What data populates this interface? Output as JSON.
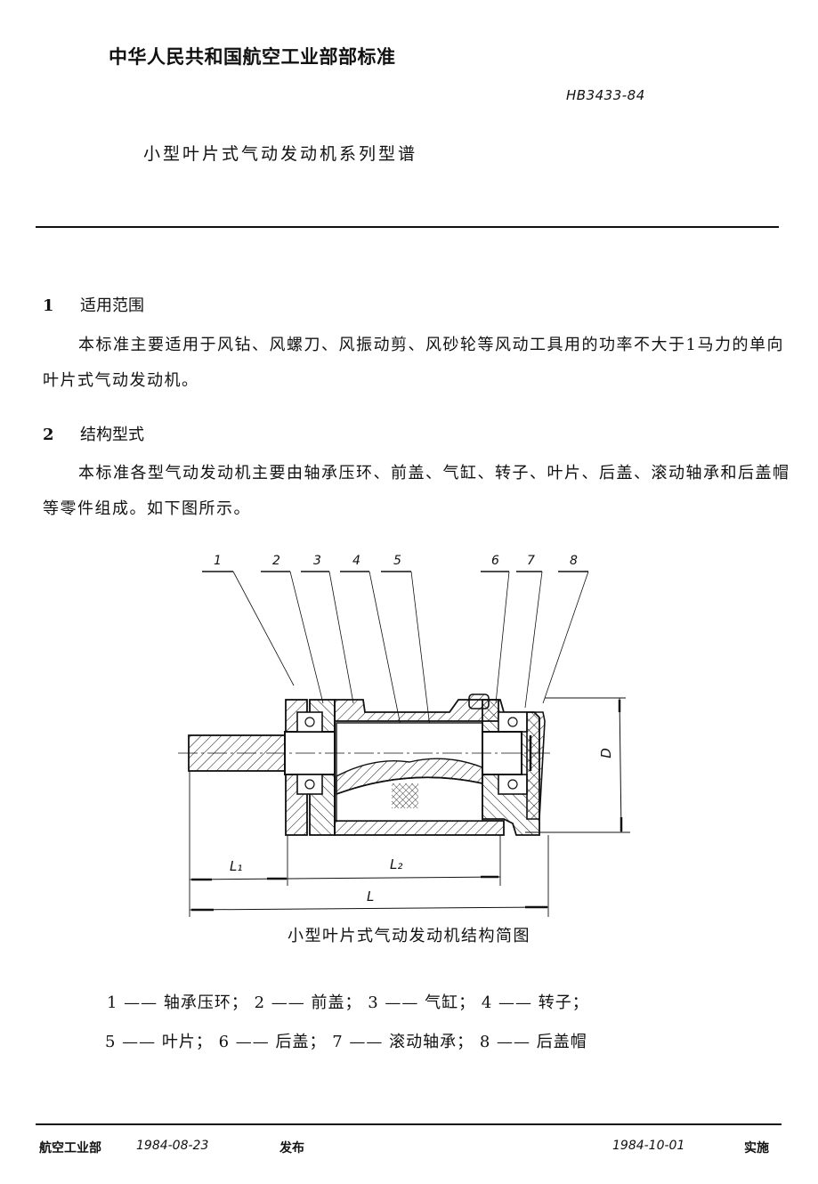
{
  "header": {
    "organization": "中华人民共和国航空工业部部标准",
    "standard_code": "HB3433-84",
    "title": "小型叶片式气动发动机系列型谱"
  },
  "sections": [
    {
      "number": "1",
      "heading": "适用范围",
      "body": "本标准主要适用于风钻、风螺刀、风振动剪、风砂轮等风动工具用的功率不大于1马力的单向叶片式气动发动机。"
    },
    {
      "number": "2",
      "heading": "结构型式",
      "body": "本标准各型气动发动机主要由轴承压环、前盖、气缸、转子、叶片、后盖、滚动轴承和后盖帽等零件组成。如下图所示。"
    }
  ],
  "figure": {
    "callouts": [
      "1",
      "2",
      "3",
      "4",
      "5",
      "6",
      "7",
      "8"
    ],
    "dimensions": {
      "L1": "L₁",
      "L2": "L₂",
      "L": "L",
      "D": "D"
    },
    "caption": "小型叶片式气动发动机结构简图",
    "legend_line1": "1 —— 轴承压环； 2 —— 前盖； 3 —— 气缸； 4 —— 转子；",
    "legend_line2": "5 —— 叶片； 6 —— 后盖； 7 —— 滚动轴承； 8 —— 后盖帽"
  },
  "footer": {
    "issuer": "航空工业部",
    "issue_date": "1984-08-23",
    "issue_label": "发布",
    "effective_date": "1984-10-01",
    "effective_label": "实施"
  }
}
